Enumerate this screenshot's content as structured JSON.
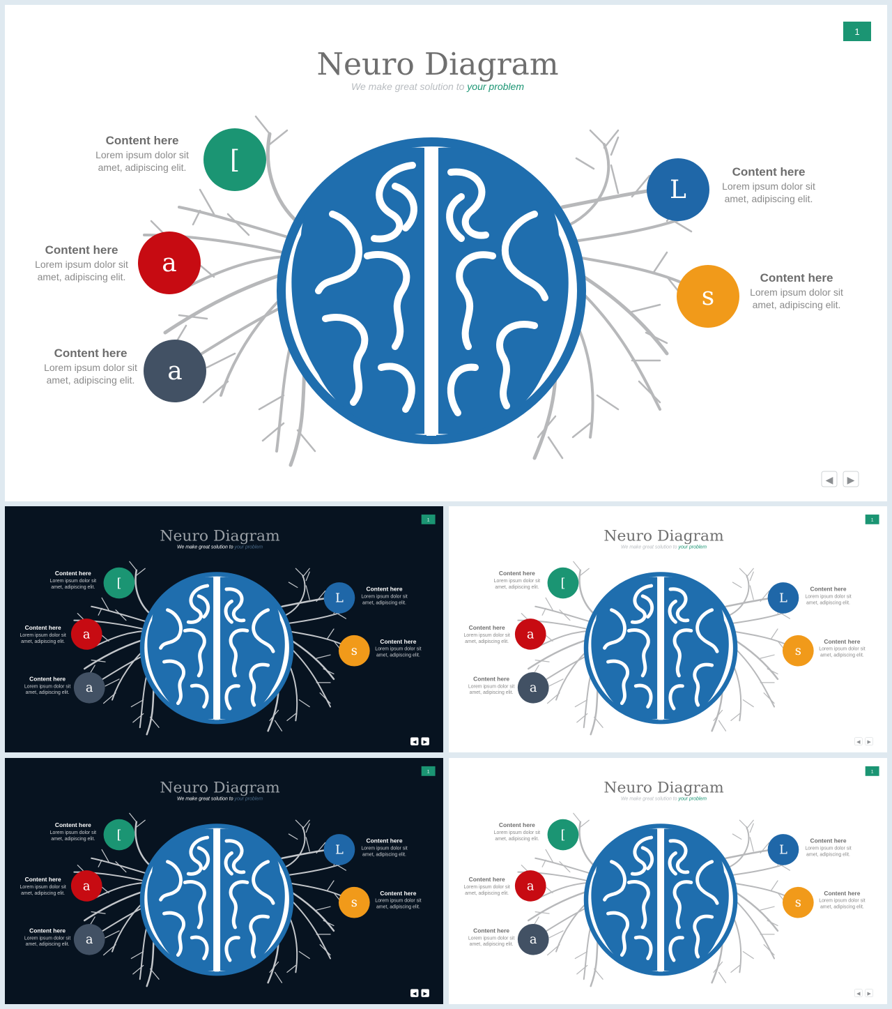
{
  "slide": {
    "title": "Neuro Diagram",
    "subtitle_part1": "We make great solution to",
    "subtitle_part2": "your problem",
    "page_number": "1",
    "nav_prev": "◀",
    "nav_next": "▶"
  },
  "items": [
    {
      "id": "tl",
      "side": "left",
      "letter": "[",
      "color": "#1b9573",
      "heading": "Content here",
      "line1": "Lorem ipsum dolor sit",
      "line2": "amet, adipiscing elit."
    },
    {
      "id": "ml",
      "side": "left",
      "letter": "a",
      "color": "#c70b12",
      "heading": "Content here",
      "line1": "Lorem ipsum dolor sit",
      "line2": "amet, adipiscing elit."
    },
    {
      "id": "bl",
      "side": "left",
      "letter": "a",
      "color": "#425164",
      "heading": "Content here",
      "line1": "Lorem ipsum dolor sit",
      "line2": "amet, adipiscing elit."
    },
    {
      "id": "tr",
      "side": "right",
      "letter": "L",
      "color": "#1f67a8",
      "heading": "Content here",
      "line1": "Lorem ipsum dolor sit",
      "line2": "amet, adipiscing elit."
    },
    {
      "id": "mr",
      "side": "right",
      "letter": "s",
      "color": "#f19a1a",
      "heading": "Content here",
      "line1": "Lorem ipsum dolor sit",
      "line2": "amet, adipiscing elit."
    }
  ],
  "colors": {
    "brain_blue": "#1f6eae",
    "branch_gray": "#b7b8ba",
    "badge_green": "#1b9573",
    "title_gray": "#6f6f6f",
    "subtitle_green": "#1b9573",
    "dark_bg": "#071320"
  }
}
